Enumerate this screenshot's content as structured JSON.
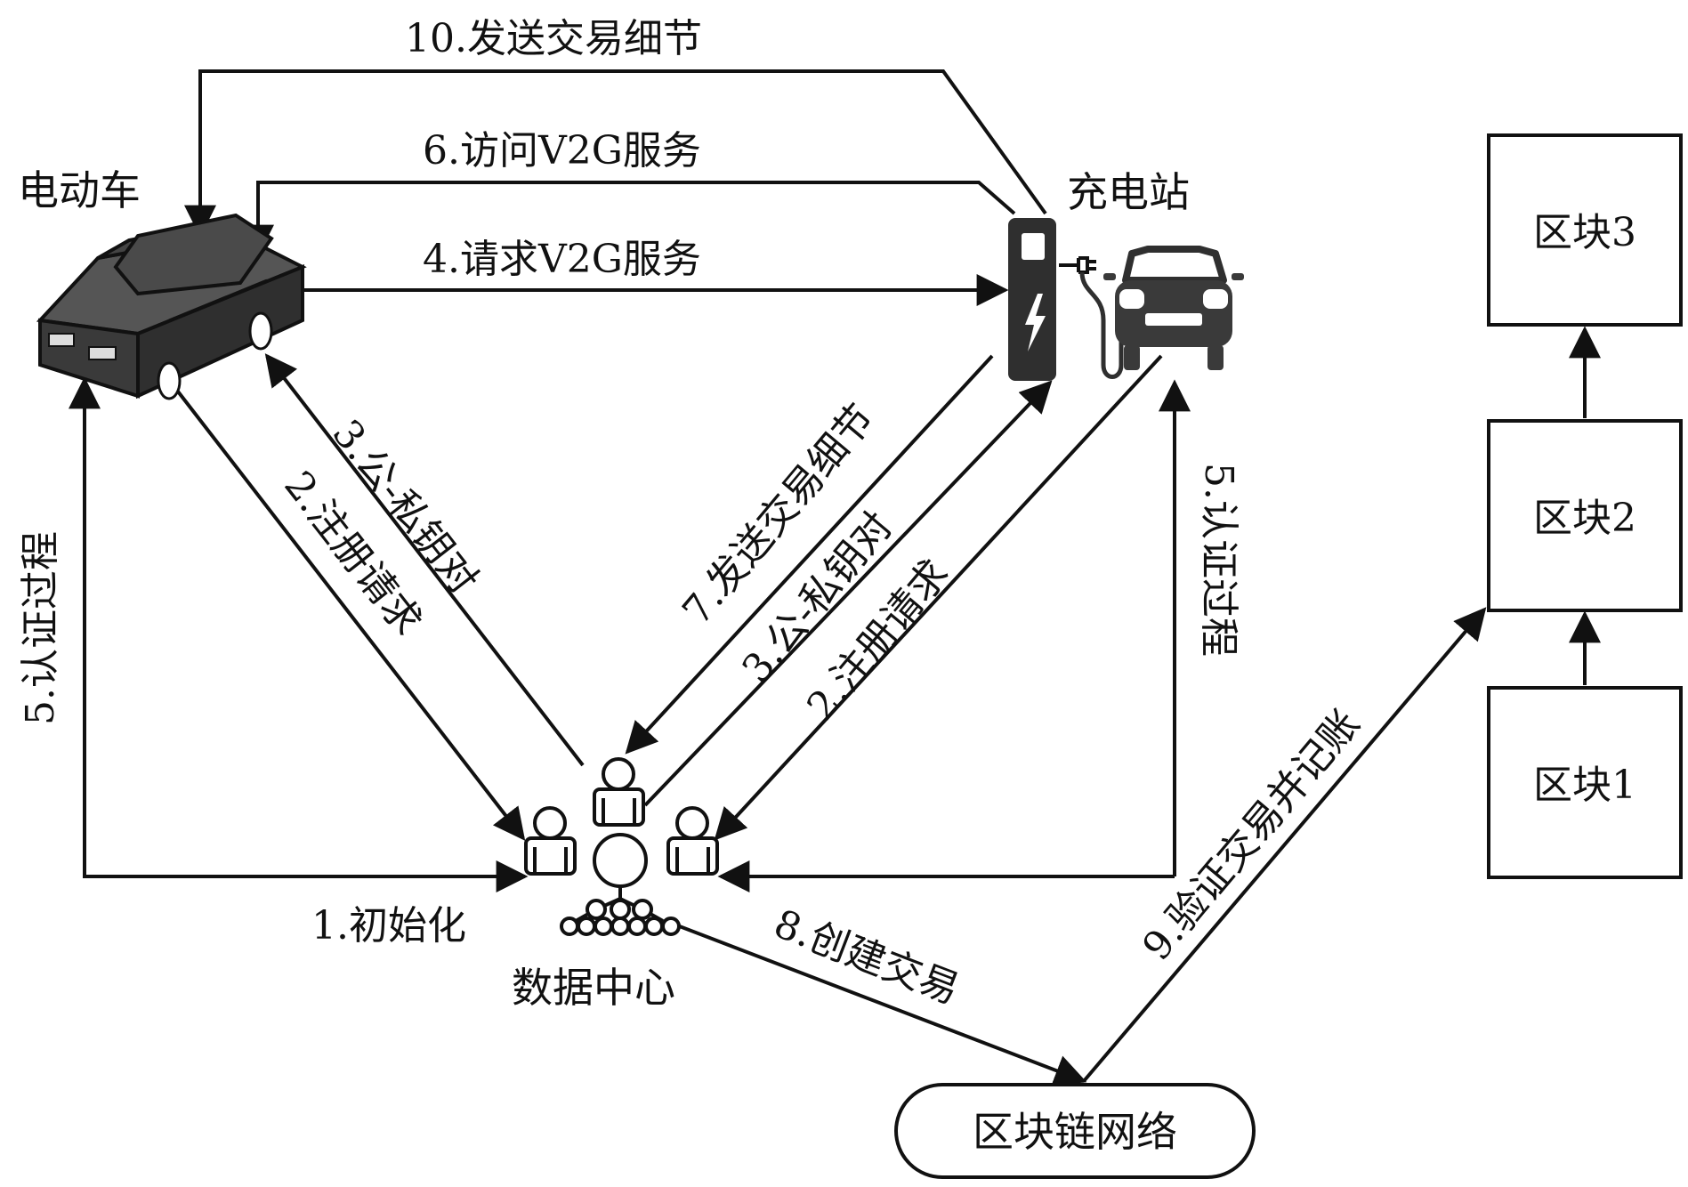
{
  "nodes": {
    "ev": "电动车",
    "station": "充电站",
    "datacenter": "数据中心",
    "network": "区块链网络",
    "block1": "区块1",
    "block2": "区块2",
    "block3": "区块3"
  },
  "edges": {
    "e10": "10.发送交易细节",
    "e6": "6.访问V2G服务",
    "e4": "4.请求V2G服务",
    "e3_ev": "3.公-私钥对",
    "e2_ev": "2.注册请求",
    "e5_ev": "5.认证过程",
    "e7": "7.发送交易细节",
    "e3_cs": "3.公-私钥对",
    "e2_cs": "2.注册请求",
    "e5_cs": "5.认证过程",
    "e1": "1.初始化",
    "e8": "8.创建交易",
    "e9": "9.验证交易并记账"
  },
  "icons": [
    "car-icon",
    "charging-pile-icon",
    "plug-icon",
    "car-front-icon",
    "people-group-icon"
  ]
}
